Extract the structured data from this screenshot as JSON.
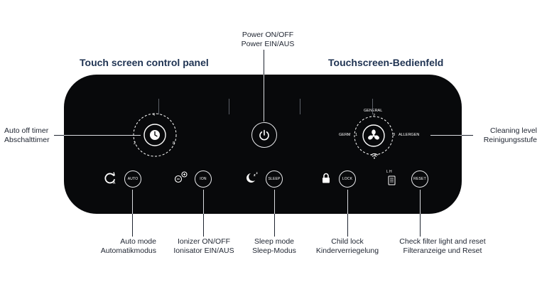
{
  "headings": {
    "left": "Touch screen control panel",
    "right": "Touchscreen-Bedienfeld"
  },
  "callouts": {
    "power": [
      "Power ON/OFF",
      "Power EIN/AUS"
    ],
    "auto_off_timer": [
      "Auto off timer",
      "Abschalttimer"
    ],
    "cleaning_level": [
      "Cleaning level",
      "Reinigungsstufe"
    ],
    "auto_mode": [
      "Auto mode",
      "Automatikmodus"
    ],
    "ionizer": [
      "Ionizer ON/OFF",
      "Ionisator EIN/AUS"
    ],
    "sleep_mode": [
      "Sleep mode",
      "Sleep-Modus"
    ],
    "child_lock": [
      "Child lock",
      "Kinderverriegelung"
    ],
    "filter": [
      "Check filter light and reset",
      "Filteranzeige und Reset"
    ]
  },
  "panel": {
    "timer_marks": {
      "top": "4",
      "left": "2",
      "right": "8"
    },
    "fan_levels": {
      "general": "GENERAL",
      "top": "2",
      "germ": "GERM",
      "left": "1",
      "right": "3",
      "allergen": "ALLERGEN"
    },
    "buttons": {
      "auto": "AUTO",
      "ion": "ION",
      "sleep": "SLEEP",
      "lock": "LOCK",
      "reset": "RESET"
    },
    "filter_marks": "L H"
  },
  "colors": {
    "panel": "#08090b",
    "heading": "#1f3352",
    "text": "#1e2430",
    "panel_text": "#ffffff"
  }
}
